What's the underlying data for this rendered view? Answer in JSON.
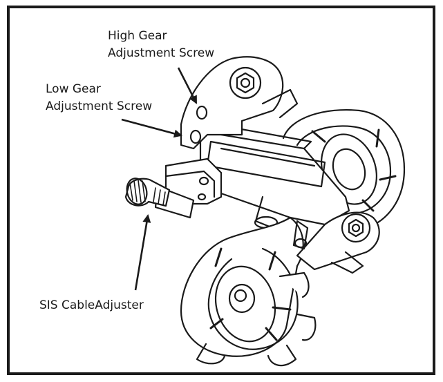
{
  "labels": {
    "high_gear": [
      "High Gear",
      "Adjustment Screw"
    ],
    "low_gear": [
      "Low Gear",
      "Adjustment Screw"
    ],
    "cable_adjuster": "SIS CableAdjuster"
  },
  "colors": {
    "ink": "#1a1a1a",
    "background": "#ffffff"
  }
}
